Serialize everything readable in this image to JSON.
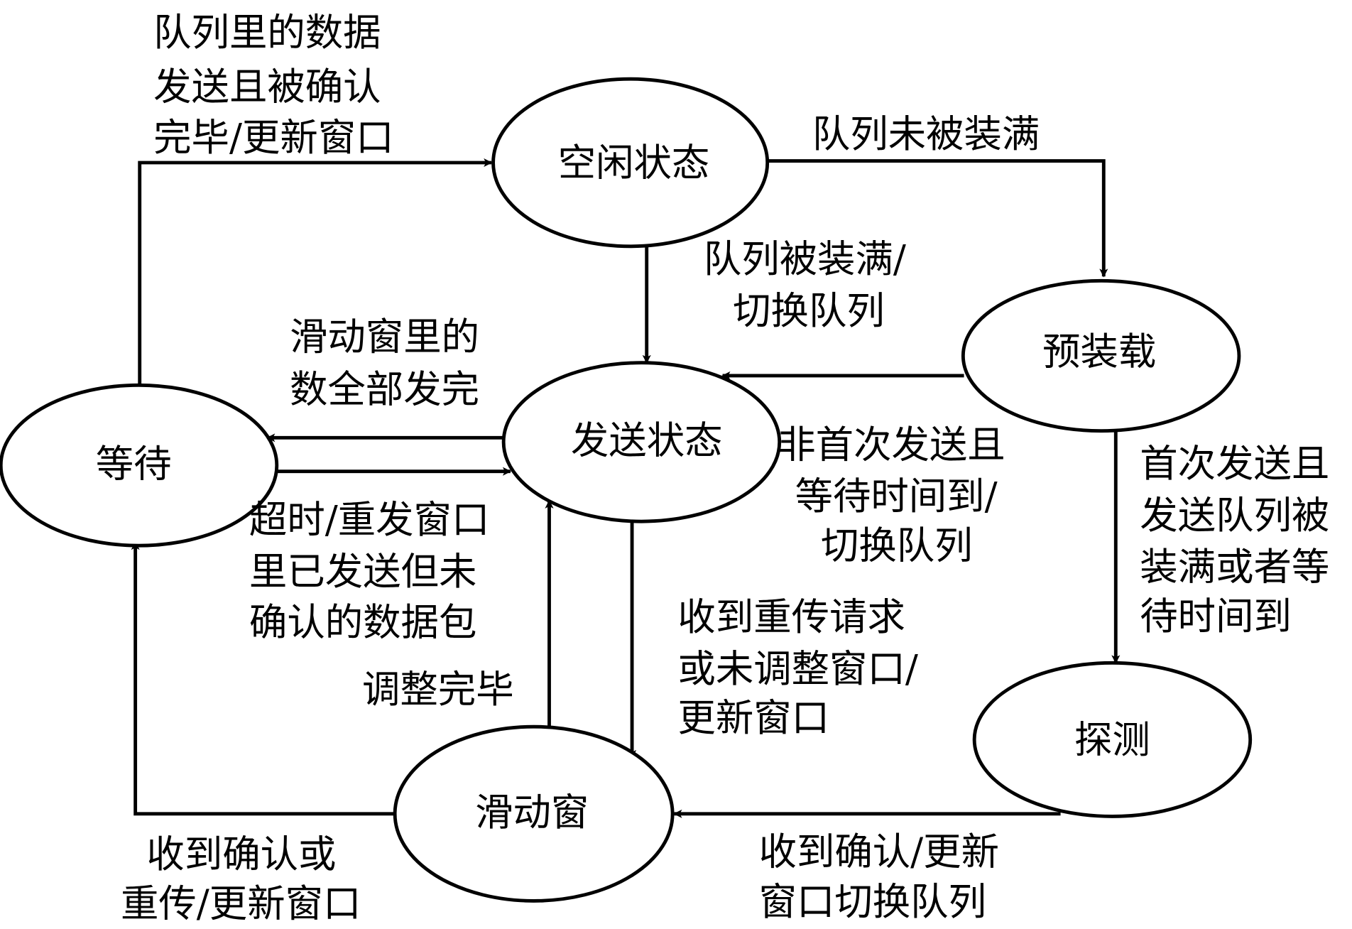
{
  "diagram": {
    "type": "state-transition",
    "colors": {
      "stroke": "#000000",
      "background": "#ffffff"
    },
    "states": {
      "idle": "空闲状态",
      "preload": "预装载",
      "send": "发送状态",
      "wait": "等待",
      "probe": "探测",
      "sliding": "滑动窗"
    },
    "transitions": [
      {
        "id": "wait-to-idle",
        "from": "等待",
        "to": "空闲状态",
        "label": [
          "队列里的数据",
          "发送且被确认",
          "完毕/更新窗口"
        ]
      },
      {
        "id": "idle-to-preload",
        "from": "空闲状态",
        "to": "预装载",
        "label": [
          "队列未被装满"
        ]
      },
      {
        "id": "idle-to-send",
        "from": "空闲状态",
        "to": "发送状态",
        "label": [
          "队列被装满/",
          "切换队列"
        ]
      },
      {
        "id": "preload-to-send",
        "from": "预装载",
        "to": "发送状态",
        "label": [
          "非首次发送且",
          "等待时间到/",
          "切换队列"
        ]
      },
      {
        "id": "send-to-wait",
        "from": "发送状态",
        "to": "等待",
        "label": [
          "滑动窗里的",
          "数全部发完"
        ]
      },
      {
        "id": "wait-to-send",
        "from": "等待",
        "to": "发送状态",
        "label": [
          "超时/重发窗口",
          "里已发送但未",
          "确认的数据包"
        ]
      },
      {
        "id": "preload-to-probe",
        "from": "预装载",
        "to": "探测",
        "label": [
          "首次发送且",
          "发送队列被",
          "装满或者等",
          "待时间到"
        ]
      },
      {
        "id": "send-to-sliding",
        "from": "发送状态",
        "to": "滑动窗",
        "label": [
          "收到重传请求",
          "或未调整窗口/",
          "更新窗口"
        ]
      },
      {
        "id": "sliding-to-send",
        "from": "滑动窗",
        "to": "发送状态",
        "label": [
          "调整完毕"
        ]
      },
      {
        "id": "probe-to-sliding",
        "from": "探测",
        "to": "滑动窗",
        "label": [
          "收到确认/更新",
          "窗口切换队列"
        ]
      },
      {
        "id": "sliding-to-wait",
        "from": "滑动窗",
        "to": "等待",
        "label": [
          "收到确认或",
          "重传/更新窗口"
        ]
      }
    ]
  }
}
